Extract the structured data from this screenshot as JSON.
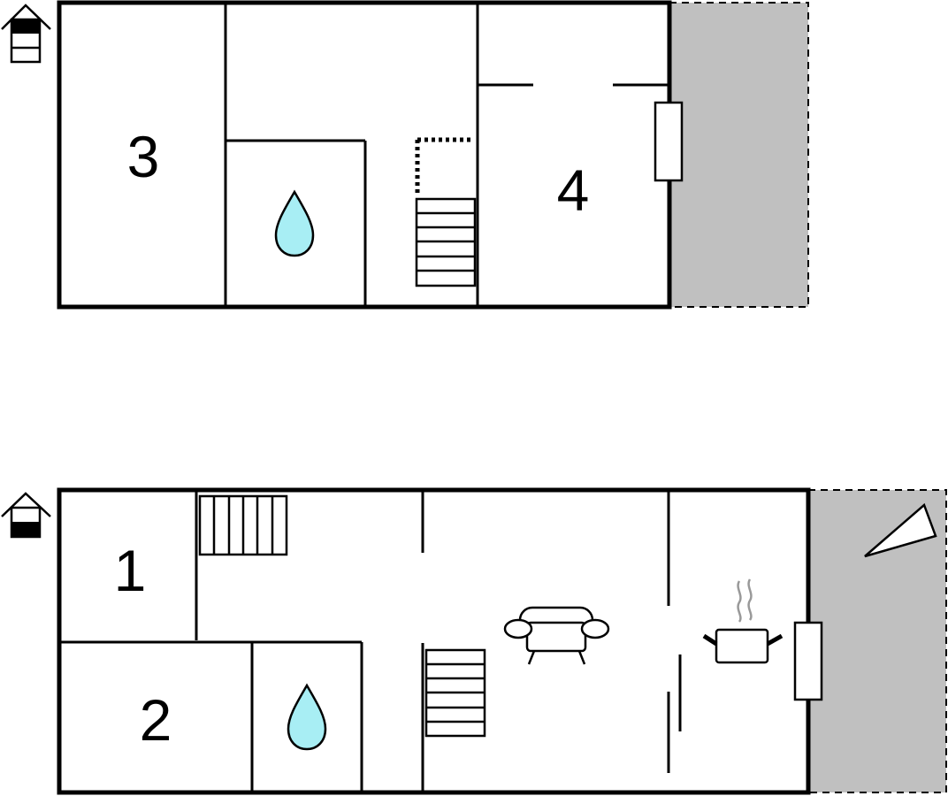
{
  "floors": [
    {
      "id": "upper",
      "rooms": [
        "3",
        "4"
      ]
    },
    {
      "id": "ground",
      "rooms": [
        "1",
        "2"
      ]
    }
  ],
  "colors": {
    "wall": "#000000",
    "terrace": "#c0c0c0",
    "water_drop": "#a8eef4",
    "steam": "#999999"
  },
  "icons": [
    "floor-level-upper-icon",
    "floor-level-ground-icon",
    "bathroom-water-drop-icon",
    "staircase-icon",
    "sofa-icon",
    "kitchen-pot-icon",
    "window-icon",
    "terrace-area",
    "sunshade-icon"
  ]
}
